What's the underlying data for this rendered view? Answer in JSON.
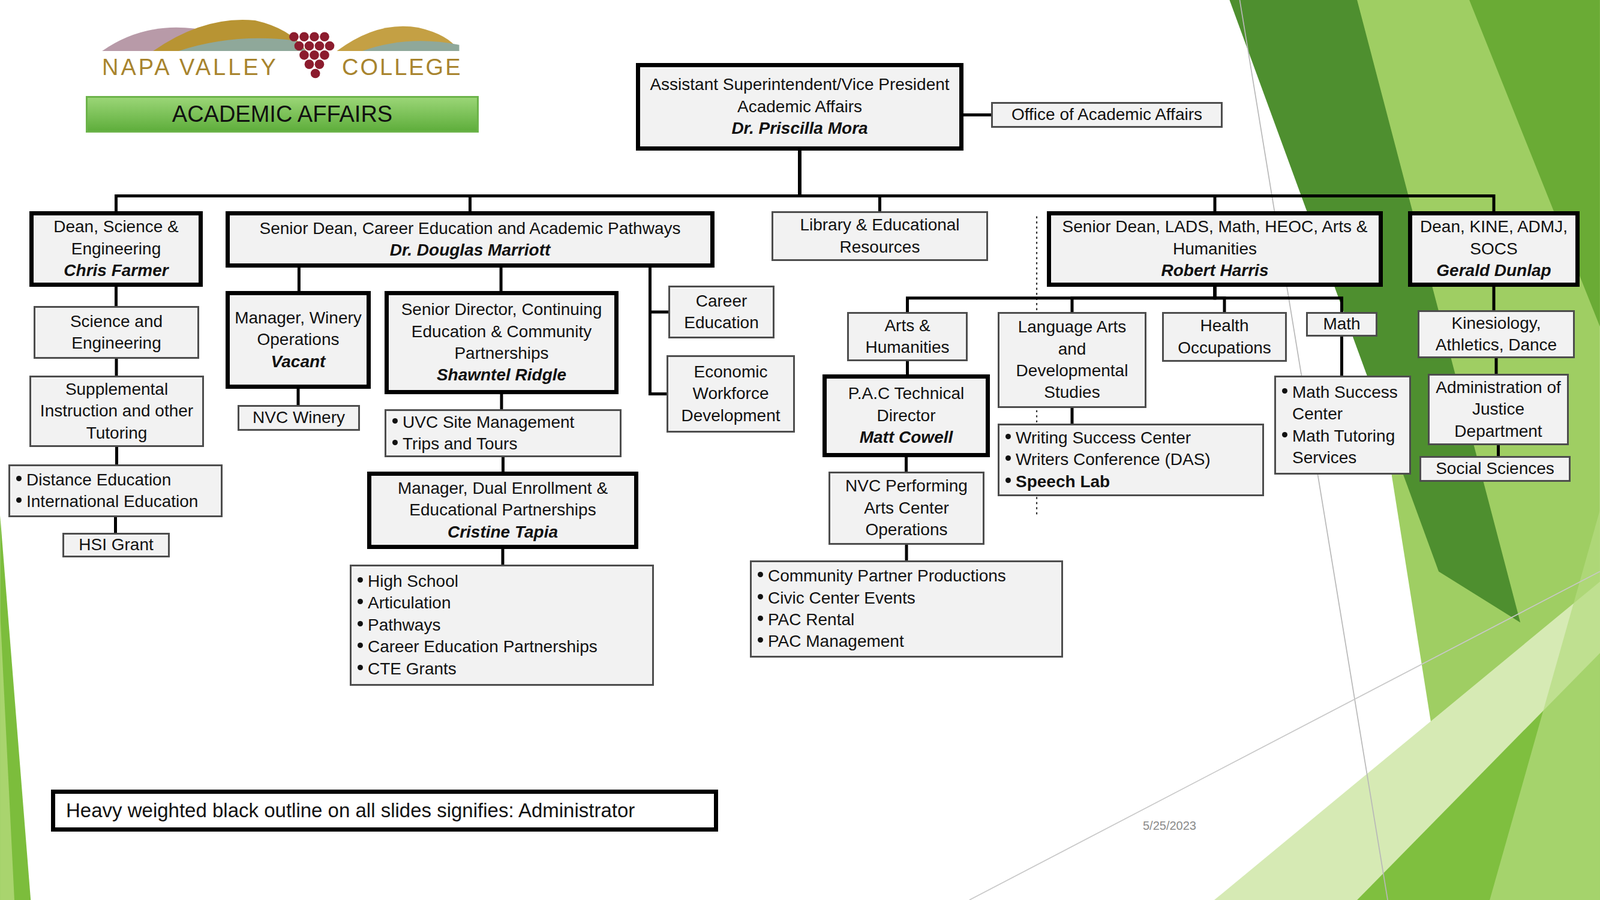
{
  "diagram": {
    "nodes": [
      {
        "text": [
          "ACADEMIC AFFAIRS"
        ]
      },
      {
        "text": [
          "Assistant Superintendent/Vice President Academic Affairs",
          "Dr. Priscilla Mora"
        ]
      },
      {
        "text": [
          "Office of Academic Affairs"
        ]
      },
      {
        "text": [
          "Dean, Science & Engineering",
          "Chris Farmer"
        ]
      },
      {
        "text": [
          "Science and Engineering"
        ]
      },
      {
        "text": [
          "Supplemental Instruction and other Tutoring"
        ]
      },
      {
        "text": [
          "Distance Education",
          "International Education"
        ]
      },
      {
        "text": [
          "HSI Grant"
        ]
      },
      {
        "text": [
          "Senior Dean, Career Education and Academic Pathways",
          "Dr. Douglas Marriott"
        ]
      },
      {
        "text": [
          "Manager, Winery Operations",
          "Vacant"
        ]
      },
      {
        "text": [
          "NVC Winery"
        ]
      },
      {
        "text": [
          "Senior Director, Continuing Education & Community Partnerships",
          "Shawntel Ridgle"
        ]
      },
      {
        "text": [
          "UVC Site Management",
          "Trips and Tours"
        ]
      },
      {
        "text": [
          "Manager, Dual Enrollment & Educational Partnerships",
          "Cristine Tapia"
        ]
      },
      {
        "text": [
          "High School",
          "Articulation",
          "Pathways",
          "Career Education Partnerships",
          "CTE Grants"
        ]
      },
      {
        "text": [
          "Career Education"
        ]
      },
      {
        "text": [
          "Economic Workforce Development"
        ]
      },
      {
        "text": [
          "Library & Educational Resources"
        ]
      },
      {
        "text": [
          "Senior Dean, LADS, Math, HEOC, Arts & Humanities",
          "Robert Harris"
        ]
      },
      {
        "text": [
          "Arts & Humanities"
        ]
      },
      {
        "text": [
          "P.A.C Technical Director",
          "Matt Cowell"
        ]
      },
      {
        "text": [
          "NVC Performing Arts Center Operations"
        ]
      },
      {
        "text": [
          "Community Partner Productions",
          "Civic Center Events",
          "PAC Rental",
          "PAC Management"
        ]
      },
      {
        "text": [
          "Language Arts and Developmental Studies"
        ]
      },
      {
        "text": [
          "Writing Success Center",
          "Writers Conference (DAS)",
          "Speech Lab"
        ]
      },
      {
        "text": [
          "Health Occupations"
        ]
      },
      {
        "text": [
          "Math"
        ]
      },
      {
        "text": [
          "Math Success Center",
          "Math Tutoring Services"
        ]
      },
      {
        "text": [
          "Dean, KINE, ADMJ, SOCS",
          "Gerald Dunlap"
        ]
      },
      {
        "text": [
          "Kinesiology, Athletics, Dance"
        ]
      },
      {
        "text": [
          "Administration of Justice Department"
        ]
      },
      {
        "text": [
          "Social Sciences"
        ]
      },
      {
        "text": [
          "Heavy weighted black outline on all slides signifies: Administrator"
        ]
      }
    ],
    "edges": [
      {
        "from": 1,
        "to": 2,
        "arrow": "none"
      },
      {
        "from": 1,
        "to": 3,
        "arrow": "none"
      },
      {
        "from": 1,
        "to": 8,
        "arrow": "none"
      },
      {
        "from": 1,
        "to": 17,
        "arrow": "none"
      },
      {
        "from": 1,
        "to": 18,
        "arrow": "none"
      },
      {
        "from": 1,
        "to": 28,
        "arrow": "none"
      },
      {
        "from": 3,
        "to": 4,
        "arrow": "none"
      },
      {
        "from": 4,
        "to": 5,
        "arrow": "none"
      },
      {
        "from": 5,
        "to": 6,
        "arrow": "none"
      },
      {
        "from": 6,
        "to": 7,
        "arrow": "none"
      },
      {
        "from": 8,
        "to": 9,
        "arrow": "none"
      },
      {
        "from": 8,
        "to": 11,
        "arrow": "none"
      },
      {
        "from": 8,
        "to": 15,
        "arrow": "none"
      },
      {
        "from": 8,
        "to": 16,
        "arrow": "none"
      },
      {
        "from": 9,
        "to": 10,
        "arrow": "none"
      },
      {
        "from": 11,
        "to": 12,
        "arrow": "none"
      },
      {
        "from": 12,
        "to": 13,
        "arrow": "none"
      },
      {
        "from": 13,
        "to": 14,
        "arrow": "none"
      },
      {
        "from": 18,
        "to": 19,
        "arrow": "none"
      },
      {
        "from": 18,
        "to": 23,
        "arrow": "none"
      },
      {
        "from": 18,
        "to": 25,
        "arrow": "none"
      },
      {
        "from": 18,
        "to": 26,
        "arrow": "none"
      },
      {
        "from": 19,
        "to": 20,
        "arrow": "none"
      },
      {
        "from": 20,
        "to": 21,
        "arrow": "none"
      },
      {
        "from": 21,
        "to": 22,
        "arrow": "none"
      },
      {
        "from": 23,
        "to": 24,
        "arrow": "none"
      },
      {
        "from": 26,
        "to": 27,
        "arrow": "none"
      },
      {
        "from": 28,
        "to": 29,
        "arrow": "none"
      },
      {
        "from": 29,
        "to": 30,
        "arrow": "none"
      },
      {
        "from": 30,
        "to": 31,
        "arrow": "none"
      }
    ],
    "labels": [
      "NAPA VALLEY",
      "COLLEGE",
      "5/25/2023"
    ]
  }
}
